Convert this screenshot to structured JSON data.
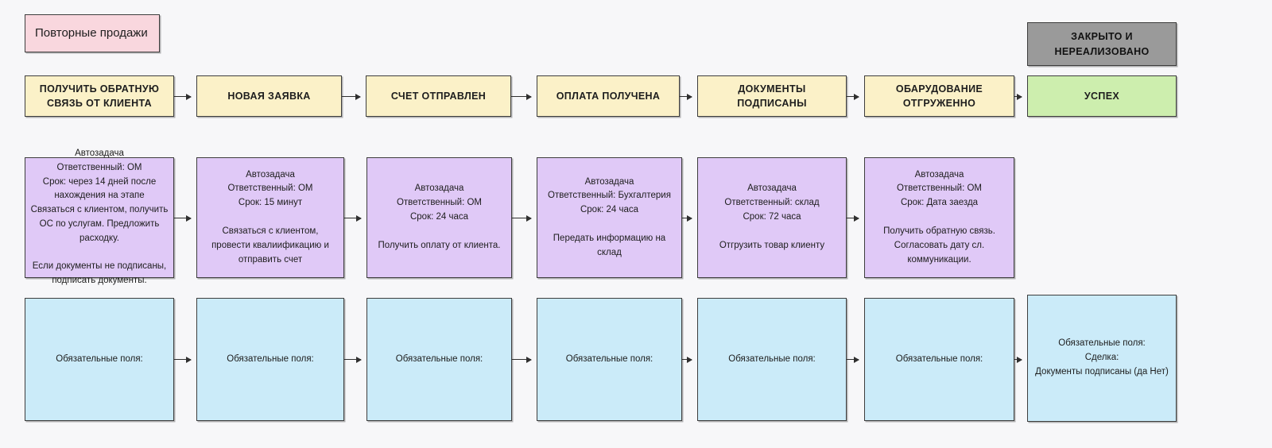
{
  "diagram": {
    "title_badge": {
      "label": "Повторные продажи"
    },
    "terminal_closed": {
      "label": "ЗАКРЫТО И НЕРЕАЛИЗОВАНО"
    },
    "colors": {
      "background": "#f7f7f9",
      "stage": "#fbf1c8",
      "badge_pink": "#f9d7de",
      "success_green": "#cdeeae",
      "closed_grey": "#9a9a9a",
      "task_purple": "#e0c9f7",
      "fields_blue": "#cbebf9",
      "border": "#3d3d3d",
      "arrow": "#2f2f2f"
    },
    "stages": [
      {
        "label": "ПОЛУЧИТЬ ОБРАТНУЮ СВЯЗЬ ОТ КЛИЕНТА"
      },
      {
        "label": "НОВАЯ ЗАЯВКА"
      },
      {
        "label": "СЧЕТ ОТПРАВЛЕН"
      },
      {
        "label": "ОПЛАТА ПОЛУЧЕНА"
      },
      {
        "label": "ДОКУМЕНТЫ ПОДПИСАНЫ"
      },
      {
        "label": "ОБАРУДОВАНИЕ ОТГРУЖЕННО"
      },
      {
        "label": "УСПЕХ"
      }
    ],
    "tasks": [
      {
        "text": "Автозадача\nОтветственный: ОМ\nСрок: через 14 дней после нахождения на этапе\nСвязаться с клиентом, получить ОС по услугам. Предложить расходку.\n\nЕсли документы не подписаны, подписать документы."
      },
      {
        "text": "Автозадача\nОтветственный: ОМ\nСрок: 15 минут\n\nСвязаться с клиентом, провести квалиификацию и отправить счет"
      },
      {
        "text": "Автозадача\nОтветственный: ОМ\nСрок: 24 часа\n\nПолучить оплату от клиента."
      },
      {
        "text": "Автозадача\nОтветственный: Бухгалтерия\nСрок: 24 часа\n\nПередать информацию на склад"
      },
      {
        "text": "Автозадача\nОтветственный: склад\nСрок: 72 часа\n\nОтгрузить товар клиенту"
      },
      {
        "text": "Автозадача\nОтветственный: ОМ\nСрок: Дата заезда\n\nПолучить обратную связь. Согласовать дату сл. коммуникации."
      }
    ],
    "fields": [
      {
        "text": "Обязательные поля:"
      },
      {
        "text": "Обязательные поля:"
      },
      {
        "text": "Обязательные поля:"
      },
      {
        "text": "Обязательные поля:"
      },
      {
        "text": "Обязательные поля:"
      },
      {
        "text": "Обязательные поля:"
      },
      {
        "text": "Обязательные поля:\nСделка:\nДокументы подписаны (да Нет)"
      }
    ]
  }
}
